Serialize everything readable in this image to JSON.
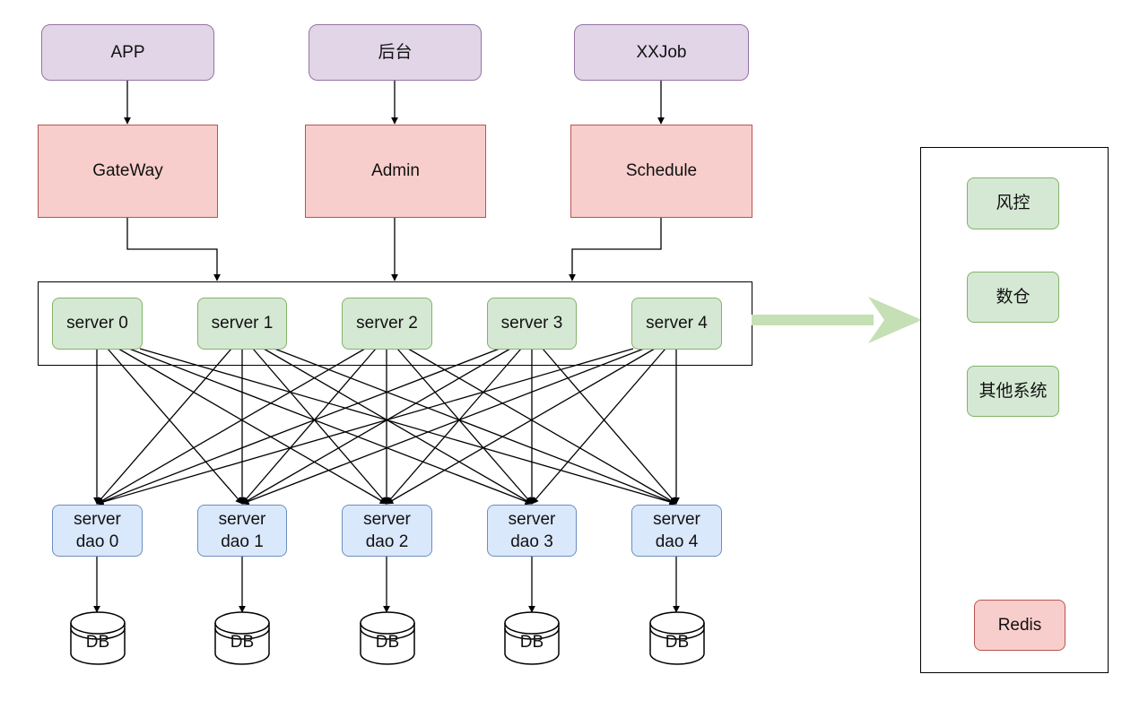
{
  "clients": [
    {
      "id": "app",
      "label": "APP"
    },
    {
      "id": "backend",
      "label": "后台"
    },
    {
      "id": "xxjob",
      "label": "XXJob"
    }
  ],
  "entries": [
    {
      "id": "gateway",
      "label": "GateWay"
    },
    {
      "id": "admin",
      "label": "Admin"
    },
    {
      "id": "schedule",
      "label": "Schedule"
    }
  ],
  "servers": [
    {
      "id": "s0",
      "label": "server 0"
    },
    {
      "id": "s1",
      "label": "server 1"
    },
    {
      "id": "s2",
      "label": "server 2"
    },
    {
      "id": "s3",
      "label": "server 3"
    },
    {
      "id": "s4",
      "label": "server 4"
    }
  ],
  "daos": [
    {
      "id": "d0",
      "line1": "server",
      "line2": "dao 0"
    },
    {
      "id": "d1",
      "line1": "server",
      "line2": "dao 1"
    },
    {
      "id": "d2",
      "line1": "server",
      "line2": "dao 2"
    },
    {
      "id": "d3",
      "line1": "server",
      "line2": "dao 3"
    },
    {
      "id": "d4",
      "line1": "server",
      "line2": "dao 4"
    }
  ],
  "databases": [
    {
      "id": "db0",
      "label": "DB"
    },
    {
      "id": "db1",
      "label": "DB"
    },
    {
      "id": "db2",
      "label": "DB"
    },
    {
      "id": "db3",
      "label": "DB"
    },
    {
      "id": "db4",
      "label": "DB"
    }
  ],
  "externals": [
    {
      "id": "risk",
      "label": "风控"
    },
    {
      "id": "warehouse",
      "label": "数仓"
    },
    {
      "id": "others",
      "label": "其他系统"
    }
  ],
  "cache": {
    "id": "redis",
    "label": "Redis"
  },
  "colors": {
    "client_fill": "#e1d5e7",
    "client_stroke": "#9673a6",
    "entry_fill": "#f8cecc",
    "entry_stroke": "#b85450",
    "server_fill": "#d5e8d4",
    "server_stroke": "#82b366",
    "dao_fill": "#dae8fc",
    "dao_stroke": "#6c8ebf",
    "big_arrow": "#c5e0b4"
  },
  "edges": [
    {
      "from": "app",
      "to": "gateway"
    },
    {
      "from": "backend",
      "to": "admin"
    },
    {
      "from": "xxjob",
      "to": "schedule"
    },
    {
      "from": "gateway",
      "to": "server-cluster"
    },
    {
      "from": "admin",
      "to": "server-cluster"
    },
    {
      "from": "schedule",
      "to": "server-cluster"
    },
    {
      "from": "servers",
      "to": "daos",
      "mode": "all-to-all"
    },
    {
      "from": "daos",
      "to": "databases",
      "mode": "one-to-one"
    },
    {
      "from": "server-cluster",
      "to": "external-systems"
    }
  ]
}
